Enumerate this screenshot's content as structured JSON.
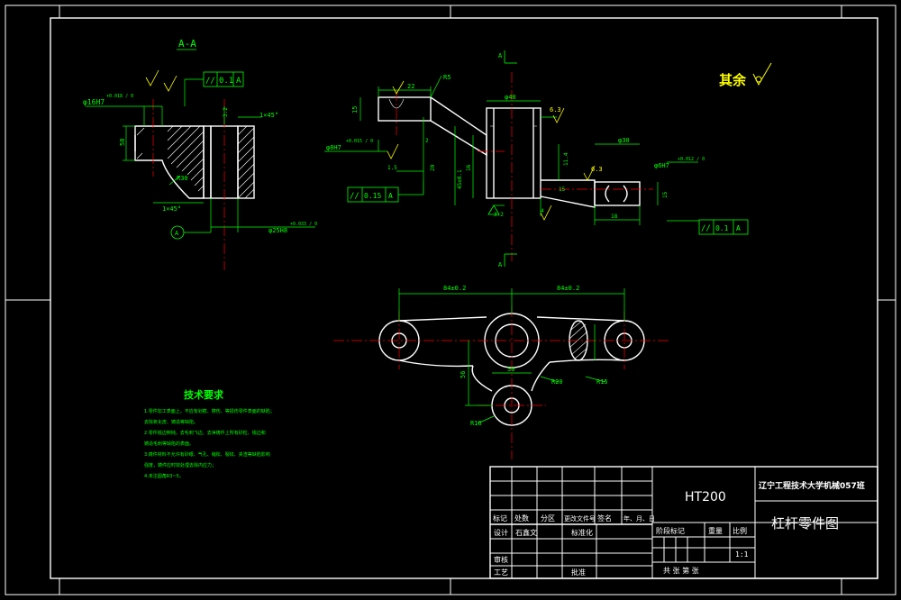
{
  "colors": {
    "background": "#000000",
    "frame": "#ffffff",
    "outline": "#ffffff",
    "dimension": "#00ff00",
    "centerline": "#ff0000",
    "symbol": "#ffff00",
    "title_text": "#ffffff"
  },
  "section_view": {
    "title": "A-A",
    "hole_fit": "φ16H7",
    "hole_tol": "+0.018 / 0",
    "depth": "58",
    "fillet": "R30",
    "chamfer_top": "1×45°",
    "chamfer_bottom": "1×45°",
    "dim_small": "3.2",
    "shaft_fit": "φ25H8",
    "shaft_tol": "+0.033 / 0",
    "parallel_frame": [
      "//",
      "0.1",
      "A"
    ],
    "datum": "A"
  },
  "front_view": {
    "dim_top_width": "22",
    "radius": "R5",
    "bore_dia": "φ40",
    "roughness": "6.3",
    "dim_height_left": "15",
    "fit_left": "φ8H7",
    "fit_left_tol": "+0.015 / 0",
    "dim_1_5": "1.5",
    "dim_2": "2",
    "dim_20": "20",
    "dim_45": "45±0.1",
    "dim_16": "16",
    "dim_4": "4",
    "dim_3_2": "3.2",
    "parallel_frame": [
      "//",
      "0.15",
      "A"
    ],
    "section_mark": "A",
    "section_mark_bottom": "A",
    "right_width": "φ30",
    "right_fit": "φ6H7",
    "right_tol": "+0.012 / 0",
    "right_roughness": "6.3",
    "dim_11_4": "11.4",
    "dim_15_right": "15",
    "dim_18": "18",
    "dim_15_end": "15",
    "right_frame": [
      "//",
      "0.1",
      "A"
    ]
  },
  "remaining_roughness": "其余",
  "plan_view": {
    "dim_left": "84±0.2",
    "dim_right": "84±0.2",
    "dim_50": "50",
    "dim_56": "56",
    "radius_r20": "R20",
    "radius_r16": "R16",
    "radius_r15": "R15"
  },
  "tech_requirements": {
    "title": "技术要求",
    "items": [
      "1.零件加工表面上，不应有划痕、擦伤、等损伤零件表面的缺陷；",
      "    去除氧化皮、铸造等缺陷。",
      "2.零件锐边倒钝，去毛刺飞边、去净铸件上所有砂粒、锐边和",
      "    铸造毛刺等缺陷的表面。",
      "3.铸件材料不允许有砂眼、气孔、缩松、裂纹、夹渣等缺陷影响",
      "    强度，铸件应时效处理去除内应力；",
      "4.未注圆角R3~5。"
    ]
  },
  "title_block": {
    "material": "HT200",
    "school": "辽宁工程技术大学机械057班",
    "part_name": "杠杆零件图",
    "row_labels": [
      "标记",
      "处数",
      "分区",
      "更改文件号",
      "签名",
      "年、月、日"
    ],
    "designer_label": "设计",
    "designer_name": "石鑫文",
    "standard_label": "标准化",
    "review_label": "审核",
    "process_label": "工艺",
    "approve_label": "批准",
    "stage_label": "阶段标记",
    "weight_label": "重量",
    "scale_label": "比例",
    "scale_value": "1:1",
    "sheets_label": "共  张  第  张"
  }
}
